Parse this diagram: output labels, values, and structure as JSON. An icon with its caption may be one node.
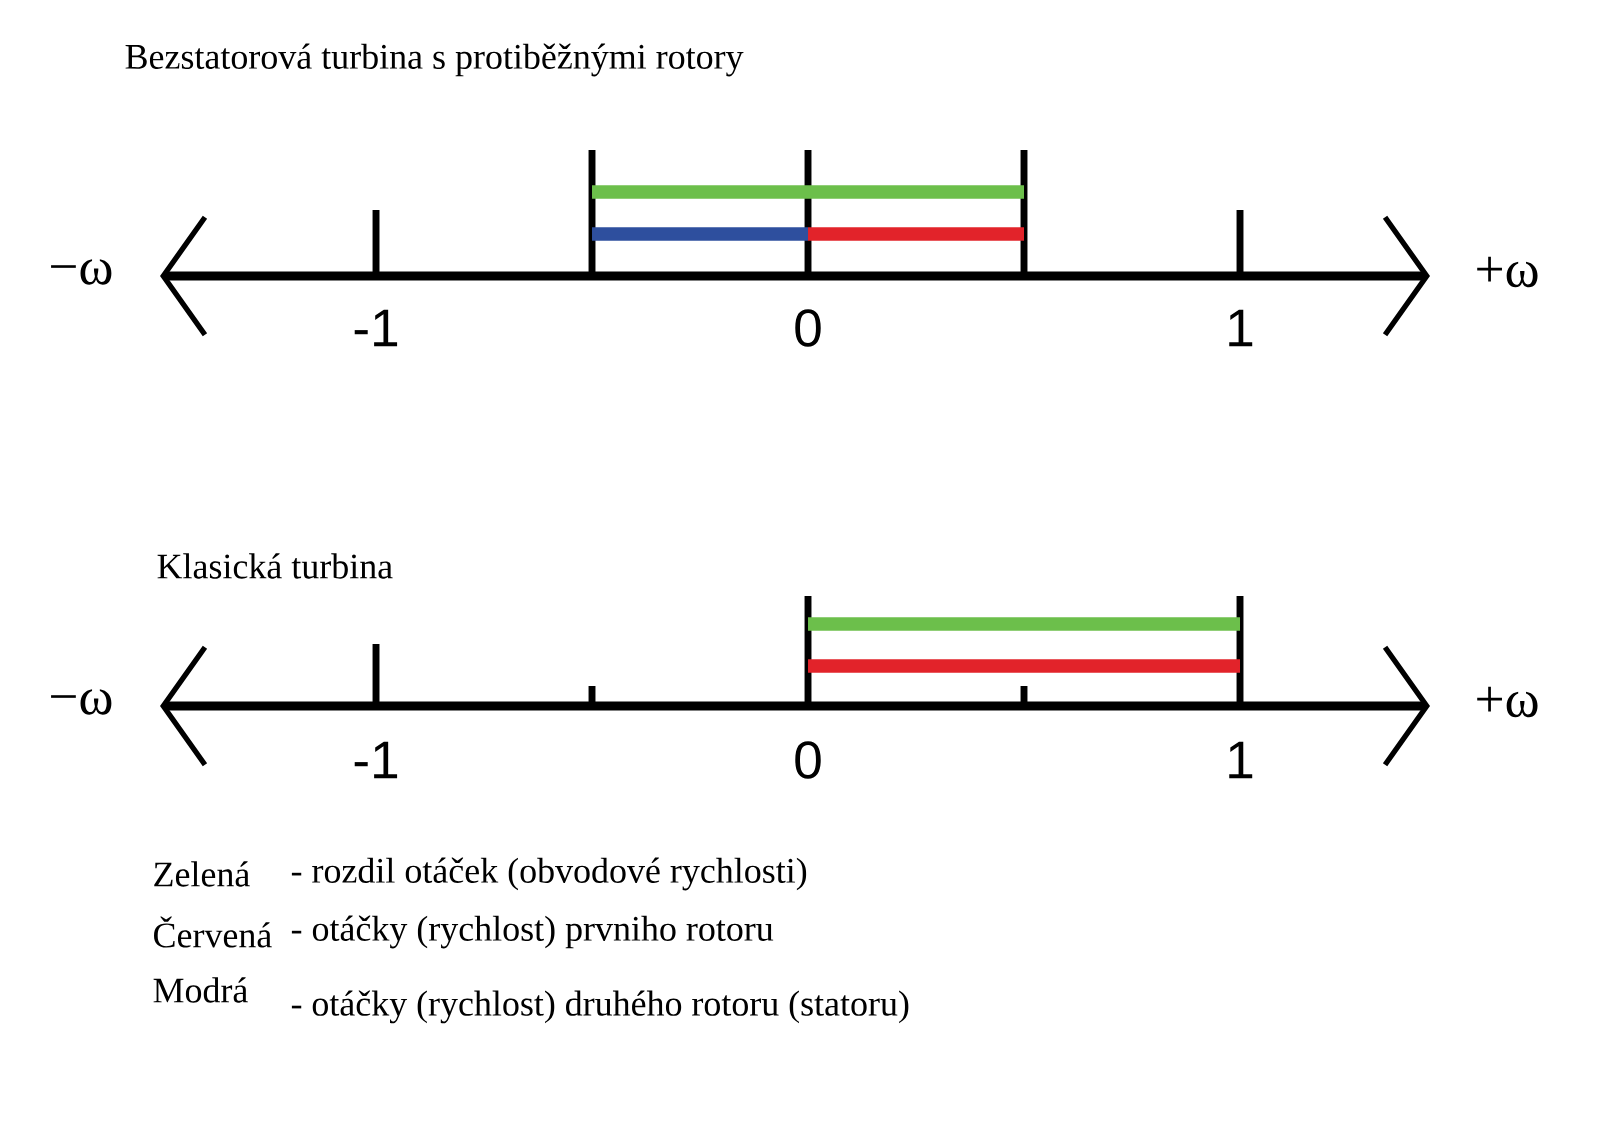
{
  "diagram": {
    "labels": [
      "Bezstatorová turbina s protiběžnými rotory",
      "−ω",
      "-1",
      "0",
      "1",
      "+ω",
      "Klasická turbina",
      "−ω",
      "-1",
      "0",
      "1",
      "+ω",
      "Zelená",
      "- rozdil otáček (obvodové rychlosti)",
      "Červená",
      "- otáčky (rychlost) prvniho rotoru",
      "Modrá",
      "- otáčky (rychlost) druhého rotoru (statoru)"
    ]
  }
}
